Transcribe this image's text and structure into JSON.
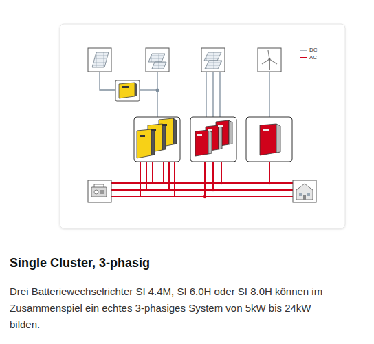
{
  "diagram": {
    "title": "Single Cluster, 3-phasig",
    "caption": "Drei Batteriewechselrichter SI 4.4M, SI 6.0H oder SI 8.0H können im Zusammenspiel ein echtes 3-phasiges System von 5kW bis 24kW bilden.",
    "legend": [
      {
        "text": "DC"
      },
      {
        "text": "AC"
      }
    ]
  }
}
